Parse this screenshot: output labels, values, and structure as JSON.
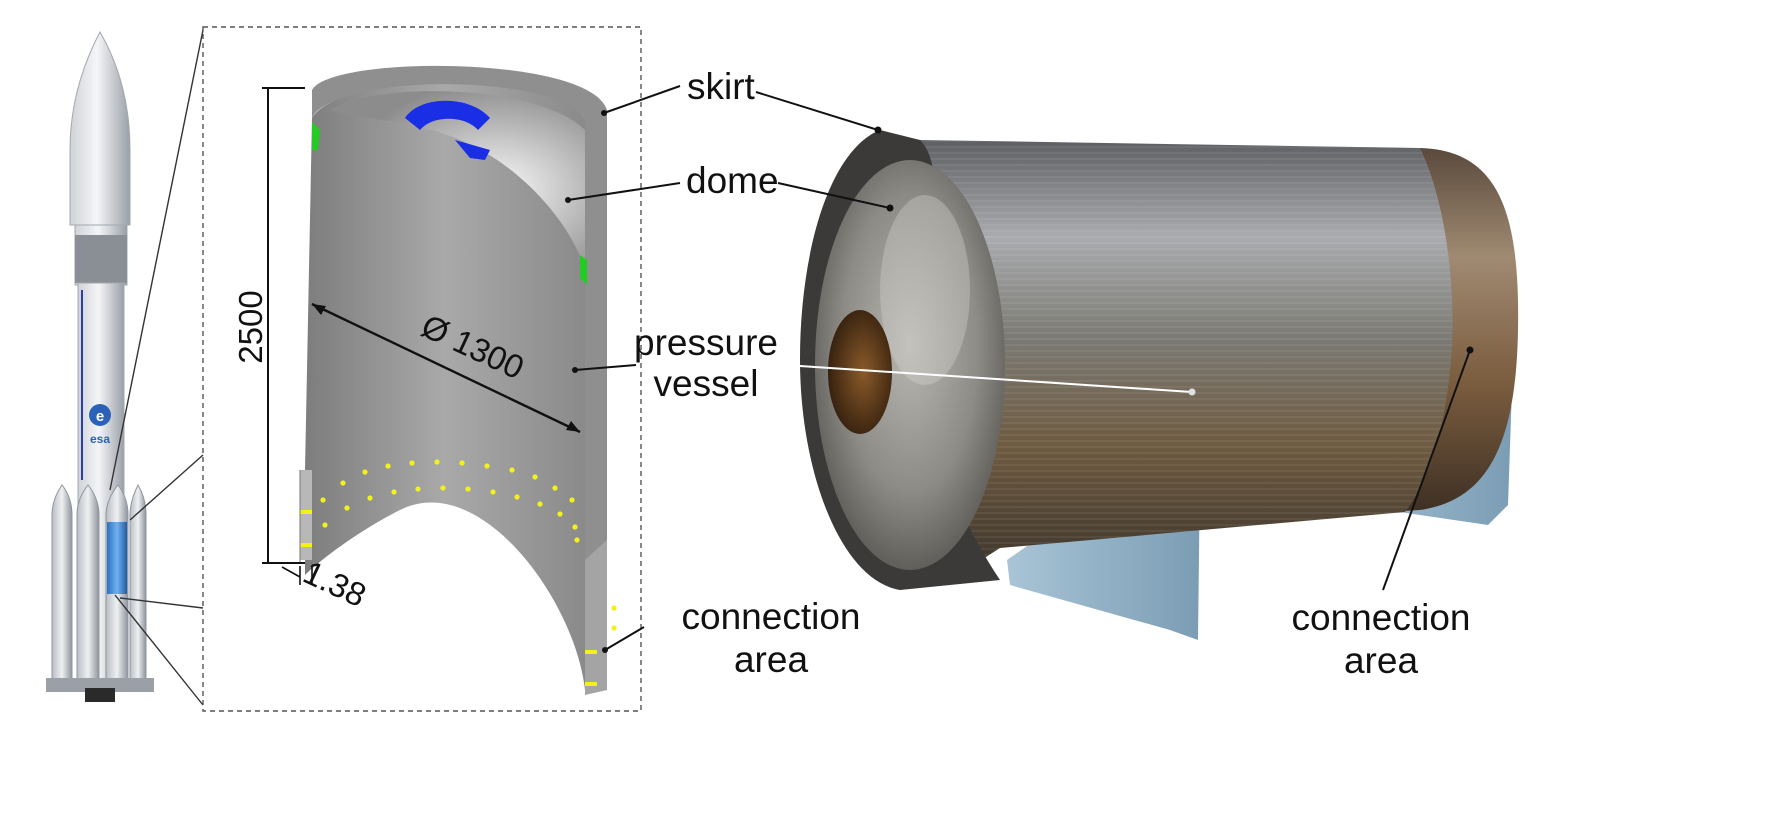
{
  "labels": {
    "skirt": "skirt",
    "dome": "dome",
    "pressure_vessel_line1": "pressure",
    "pressure_vessel_line2": "vessel",
    "connection_area_left_line1": "connection",
    "connection_area_left_line2": "area",
    "connection_area_right_line1": "connection",
    "connection_area_right_line2": "area"
  },
  "dimensions": {
    "height": "2500",
    "diameter": "Ø 1300",
    "wall": "1.38"
  },
  "rocket": {
    "agency_logo_text": "esa"
  },
  "colors": {
    "shell_gray": "#9a9a9a",
    "cut_face": "#b8b8b8",
    "dome_blue": "#1a2ee6",
    "hole_yellow": "#f2f21a",
    "ply_green": "#22cc22",
    "booster_blue": "#3d8fe0",
    "metal_steel": "#7a7c80",
    "metal_bronze": "#8a6a4a",
    "support_blue": "#8fb3c9",
    "frame_dash": "#555555"
  }
}
